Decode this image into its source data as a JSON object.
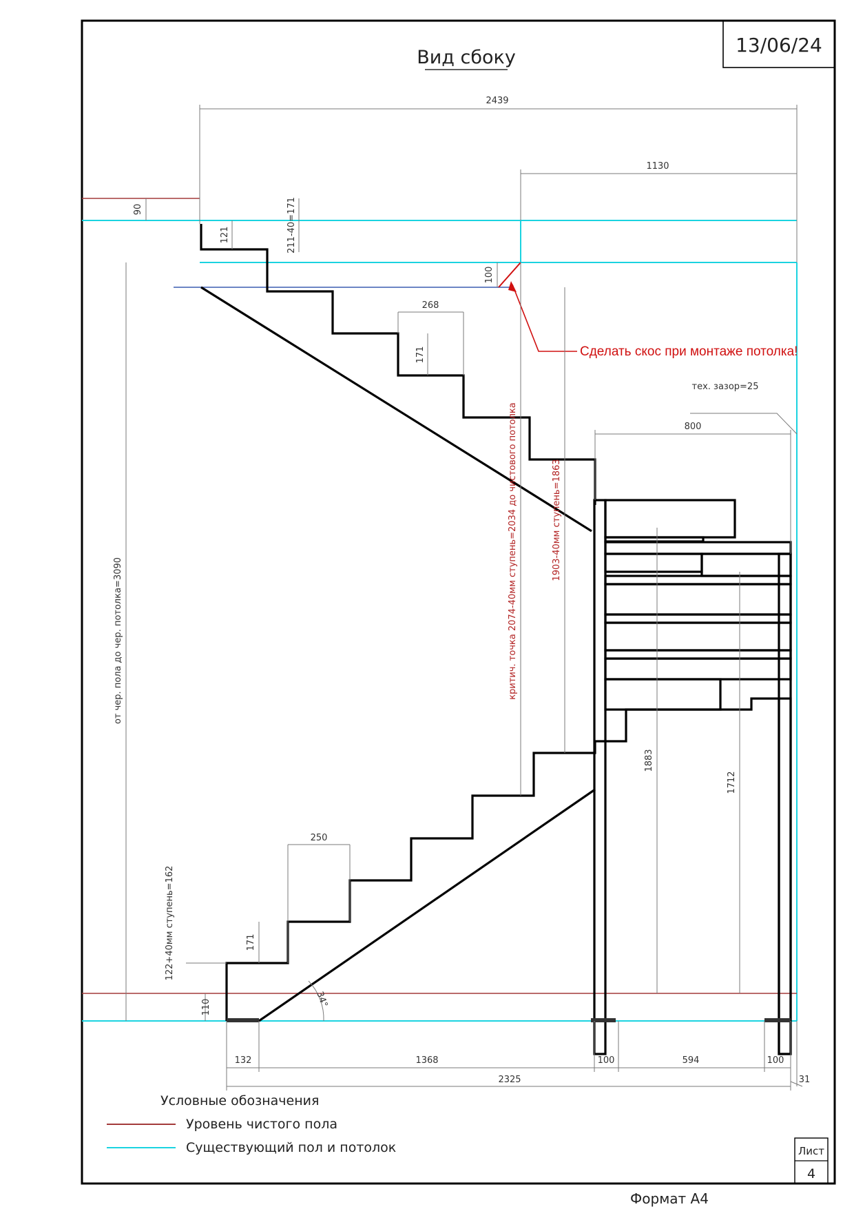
{
  "title": "Вид сбоку",
  "date": "13/06/24",
  "format_label": "Формат А4",
  "sheet": {
    "label": "Лист",
    "number": "4"
  },
  "legend": {
    "heading": "Условные обозначения",
    "items": [
      {
        "label": "Уровень чистого пола",
        "color": "#a33a3a"
      },
      {
        "label": "Существующий пол и потолок",
        "color": "#1ad3e0"
      }
    ]
  },
  "note": "Сделать скос при монтаже потолка!",
  "dimensions": {
    "total_top": "2439",
    "top_right": "1130",
    "offset_90": "90",
    "riser_121": "121",
    "riser_top_formula": "211-40=171",
    "gap_100": "100",
    "tread_268": "268",
    "riser_171_upper": "171",
    "gap_label": "тех. зазор=25",
    "platform_800": "800",
    "height_total": "от чер. пола до чер. потолка=3090",
    "critical_point": "критич. точка 2074-40мм ступень=2034 до чистового потолка",
    "step_1903": "1903-40мм ступень=1863",
    "height_1883": "1883",
    "height_1712": "1712",
    "tread_250": "250",
    "riser_171_lower": "171",
    "first_step": "122+40мм ступень=162",
    "offset_110": "110",
    "angle": "34°",
    "bottom_132": "132",
    "bottom_1368": "1368",
    "bottom_100a": "100",
    "bottom_594": "594",
    "bottom_100b": "100",
    "bottom_31": "31",
    "bottom_total": "2325"
  }
}
